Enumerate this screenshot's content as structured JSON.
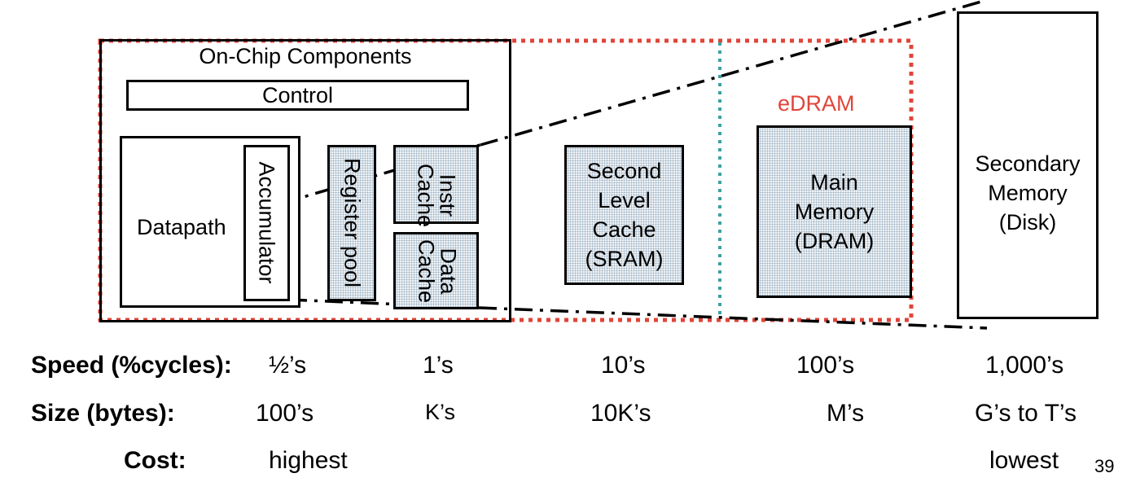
{
  "diagram": {
    "title": "On-Chip Components",
    "control_label": "Control",
    "datapath_label": "Datapath",
    "accumulator_label": "Accumulator",
    "register_pool_label": "Register pool",
    "instr_cache_lines": [
      "Instr",
      "Cache"
    ],
    "data_cache_lines": [
      "Data",
      "Cache"
    ],
    "second_level_cache_lines": [
      "Second",
      "Level",
      "Cache",
      "(SRAM)"
    ],
    "edram_label": "eDRAM",
    "main_memory_lines": [
      "Main",
      "Memory",
      "(DRAM)"
    ],
    "secondary_memory_lines": [
      "Secondary",
      "Memory",
      "(Disk)"
    ],
    "colors": {
      "edram_border": "#e0453a",
      "divider": "#3aa3a3",
      "line": "#000000"
    }
  },
  "table": {
    "speed_label": "Speed (%cycles):",
    "speed_values": [
      "½’s",
      "1’s",
      "10’s",
      "100’s",
      "1,000’s"
    ],
    "size_label": "Size (bytes):",
    "size_values": [
      "100’s",
      "K’s",
      "10K’s",
      "M’s",
      "G’s to T’s"
    ],
    "cost_label": "Cost:",
    "cost_high": "highest",
    "cost_low": "lowest"
  },
  "page_number": "39"
}
